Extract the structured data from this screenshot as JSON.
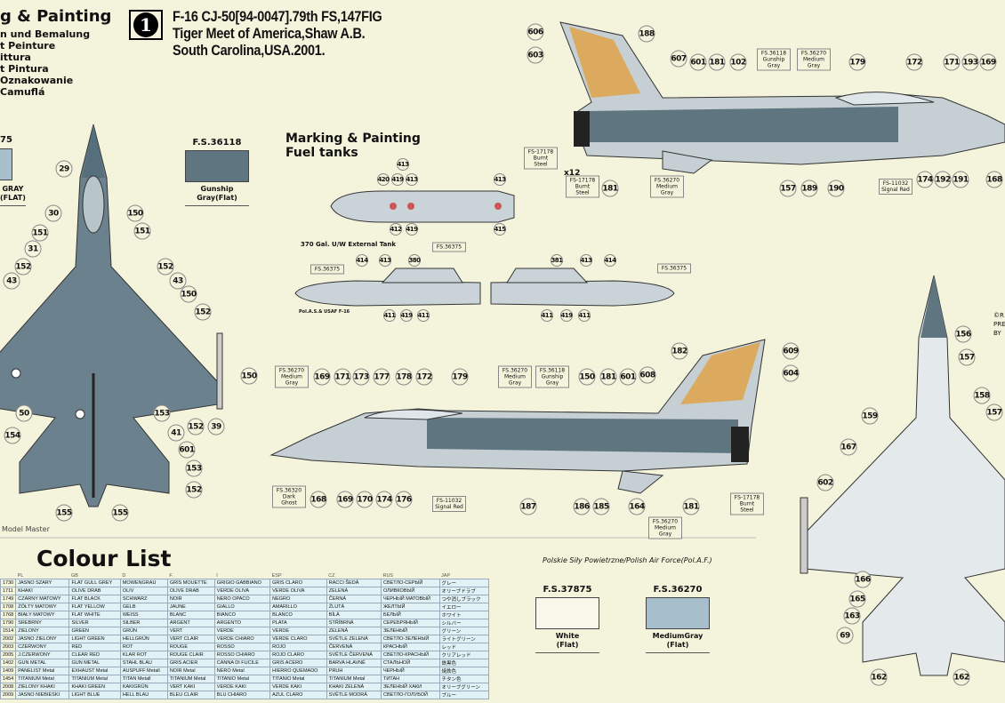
{
  "header": {
    "title_cut": "g & Painting",
    "languages": [
      "n und Bemalung",
      "t Peinture",
      "ittura",
      "t Pintura",
      "Oznakowanie",
      "Camuflá"
    ],
    "scheme_number": "1",
    "scheme_title": [
      "F-16 CJ-50[94-0047].79th FS,147FIG",
      "Tiger Meet of America,Shaw A.B.",
      "South Carolina,USA.2001."
    ]
  },
  "left_swatch": {
    "code_cut": "75",
    "name_cut": [
      "GRAY",
      "(FLAT)"
    ]
  },
  "swatches": [
    {
      "code": "F.S.36118",
      "name": [
        "Gunship",
        "Gray(Flat)"
      ],
      "color": "#5f7580"
    },
    {
      "code": "F.S.37875",
      "name": [
        "White",
        "(Flat)"
      ],
      "color": "#f7f7ea"
    },
    {
      "code": "F.S.36270",
      "name": [
        "MediumGray",
        "(Flat)"
      ],
      "color": "#a7bfcc"
    }
  ],
  "fuel_tanks": {
    "heading": [
      "Marking & Painting",
      "Fuel tanks"
    ],
    "tank_name": "370 Gal. U/W External Tank",
    "note": "Pol.A.S.& USAF F-16",
    "tank1_callouts": [
      "413",
      "420",
      "419",
      "413",
      "412",
      "419",
      "413",
      "415"
    ],
    "tank2_callouts": [
      "414",
      "413",
      "380",
      "411",
      "419",
      "411"
    ],
    "tank3_callouts": [
      "381",
      "413",
      "414",
      "411",
      "419",
      "411"
    ],
    "tags": [
      "FS.36375",
      "FS.36375",
      "FS.36375"
    ]
  },
  "top_side_view": {
    "callouts": [
      "606",
      "603",
      "188",
      "607",
      "601",
      "181",
      "102",
      "179",
      "172",
      "171",
      "193",
      "169",
      "168",
      "157",
      "189",
      "190",
      "174",
      "192",
      "191",
      "181"
    ],
    "tags": [
      "FS.36118 Gunship Gray",
      "FS.36270 Medium Gray",
      "FS-17178 Burnt Steel",
      "FS-17178 Burnt Steel",
      "FS.36270 Medium Gray",
      "FS-11032 Signal Red"
    ],
    "multiplier": "x12"
  },
  "bottom_side_view": {
    "callouts": [
      "182",
      "609",
      "604",
      "169",
      "171",
      "173",
      "177",
      "178",
      "172",
      "179",
      "150",
      "181",
      "601",
      "608",
      "168",
      "169",
      "170",
      "174",
      "176",
      "187",
      "186",
      "185",
      "164",
      "181"
    ],
    "tags": [
      "FS.36270 Medium Gray",
      "FS.36270 Medium Gray",
      "FS.36118 Gunship Gray",
      "FS.36320 Dark Ghost",
      "FS-11032 Signal Red",
      "FS.36270 Medium Gray",
      "FS-17178 Burnt Steel"
    ]
  },
  "top_view_callouts": [
    "29",
    "30",
    "150",
    "151",
    "151",
    "31",
    "152",
    "152",
    "43",
    "43",
    "150",
    "152",
    "150",
    "50",
    "153",
    "41",
    "152",
    "39",
    "154",
    "601",
    "153",
    "152",
    "155",
    "155"
  ],
  "bottom_view_callouts": [
    "156",
    "157",
    "158",
    "157",
    "159",
    "167",
    "602",
    "166",
    "165",
    "163",
    "69",
    "162",
    "162"
  ],
  "right_edge_text": [
    "©R",
    "PRE",
    "BY"
  ],
  "colour_list": {
    "title": "Colour List",
    "side_label": "Model Master",
    "subtitle": "Polskie Siły Powietrzne/Polish Air Force(Pol.A.F.)",
    "columns": [
      "PL",
      "GB",
      "D",
      "F",
      "I",
      "ESP",
      "CZ",
      "RUS",
      "JAP"
    ],
    "rows": [
      [
        "1730",
        "JASNO SZARY",
        "FLAT GULL GREY",
        "MOWENGRAU",
        "GRIS MOUETTE",
        "GRIGIO GABBIANO",
        "GRIS CLARO",
        "RACCI ŠEDÁ",
        "СВЕТЛО-СЕРЫЙ",
        "グレー"
      ],
      [
        "1711",
        "KHAKI",
        "OLIVE DRAB",
        "OLIV",
        "OLIVE DRAB",
        "VERDE OLIVA",
        "VERDE OLIVA",
        "ZELENÁ",
        "ОЛИВКОВЫЙ",
        "オリーブドラブ"
      ],
      [
        "1749",
        "CZARNY MATOWY",
        "FLAT BLACK",
        "SCHWARZ",
        "NOIR",
        "NERO OPACO",
        "NEGRO",
        "ČERNÁ",
        "ЧЕРНЫЙ МАТОВЫЙ",
        "つや消しブラック"
      ],
      [
        "1708",
        "ŻÓŁTY MATOWY",
        "FLAT YELLOW",
        "GELB",
        "JAUNE",
        "GIALLO",
        "AMARILLO",
        "ŽLUTÁ",
        "ЖЕЛТЫЙ",
        "イエロー"
      ],
      [
        "1768",
        "BIAŁY MATOWY",
        "FLAT WHITE",
        "WEISS",
        "BLANC",
        "BIANCO",
        "BLANCO",
        "BÍLÁ",
        "БЕЛЫЙ",
        "ホワイト"
      ],
      [
        "1790",
        "SREBRNY",
        "SILVER",
        "SILBER",
        "ARGENT",
        "ARGENTO",
        "PLATA",
        "STŘÍBRNÁ",
        "СЕРЕБРЯНЫЙ",
        "シルバー"
      ],
      [
        "1514",
        "ZIELONY",
        "GREEN",
        "GRÜN",
        "VERT",
        "VERDE",
        "VERDE",
        "ZELENÁ",
        "ЗЕЛЕНЫЙ",
        "グリーン"
      ],
      [
        "2002",
        "JASNO ZIELONY",
        "LIGHT GREEN",
        "HELLGRÜN",
        "VERT CLAIR",
        "VERDE CHIARO",
        "VERDE CLARO",
        "SVĚTLE ZELENÁ",
        "СВЕТЛО-ЗЕЛЕНЫЙ",
        "ライトグリーン"
      ],
      [
        "2003",
        "CZERWONY",
        "RED",
        "ROT",
        "ROUGE",
        "ROSSO",
        "ROJO",
        "ČERVENÁ",
        "КРАСНЫЙ",
        "レッド"
      ],
      [
        "2005",
        "J.CZERWONY",
        "CLEAR RED",
        "KLAR ROT",
        "ROUGE CLAIR",
        "ROSSO CHIARO",
        "ROJO CLARO",
        "SVĚTLE ČERVENÁ",
        "СВЕТЛО-КРАСНЫЙ",
        "クリアレッド"
      ],
      [
        "1402",
        "GUN METAL",
        "GUN METAL",
        "STAHL BLAU",
        "GRIS ACIER",
        "CANNA DI FUCILE",
        "GRIS ACERO",
        "BARVA HLAVNĚ",
        "СТАЛЬНОЙ",
        "鉄黒色"
      ],
      [
        "1409",
        "PANELIST Metal",
        "EXHAUST Metal",
        "AUSPUFF Metall",
        "NOIR Metal",
        "NERO Metal",
        "HIERRO QUEMADO",
        "PRUH",
        "ЧЕРНЫЙ",
        "焼鉄色"
      ],
      [
        "1454",
        "TITANIUM Metal",
        "TITANIUM Metal",
        "TITAN Metall",
        "TITANIUM Metal",
        "TITANIO Metal",
        "TITANIO Metal",
        "TITANIUM Metal",
        "ТИТАН",
        "チタン色"
      ],
      [
        "2008",
        "ZIELONY KHAKI",
        "KHAKI GREEN",
        "KAKIGRÜN",
        "VERT KAKI",
        "VERDE KAKI",
        "VERDE KAKI",
        "KHAKI ZELENÁ",
        "ЗЕЛЕНЫЙ ХАКИ",
        "オリーブグリーン"
      ],
      [
        "2009",
        "JASNO NIEBIESKI",
        "LIGHT BLUE",
        "HELL BLAU",
        "BLEU CLAIR",
        "BLU CHIARO",
        "AZUL CLARO",
        "SVĚTLE MODRÁ",
        "СВЕТЛО-ГОЛУБОЙ",
        "ブルー"
      ]
    ]
  },
  "colors": {
    "background": "#f4f4dc",
    "gunship_gray": "#5f7580",
    "medium_gray": "#a7bfcc",
    "light_gray": "#c9d3d8",
    "table_cell": "#e0f2f6"
  }
}
